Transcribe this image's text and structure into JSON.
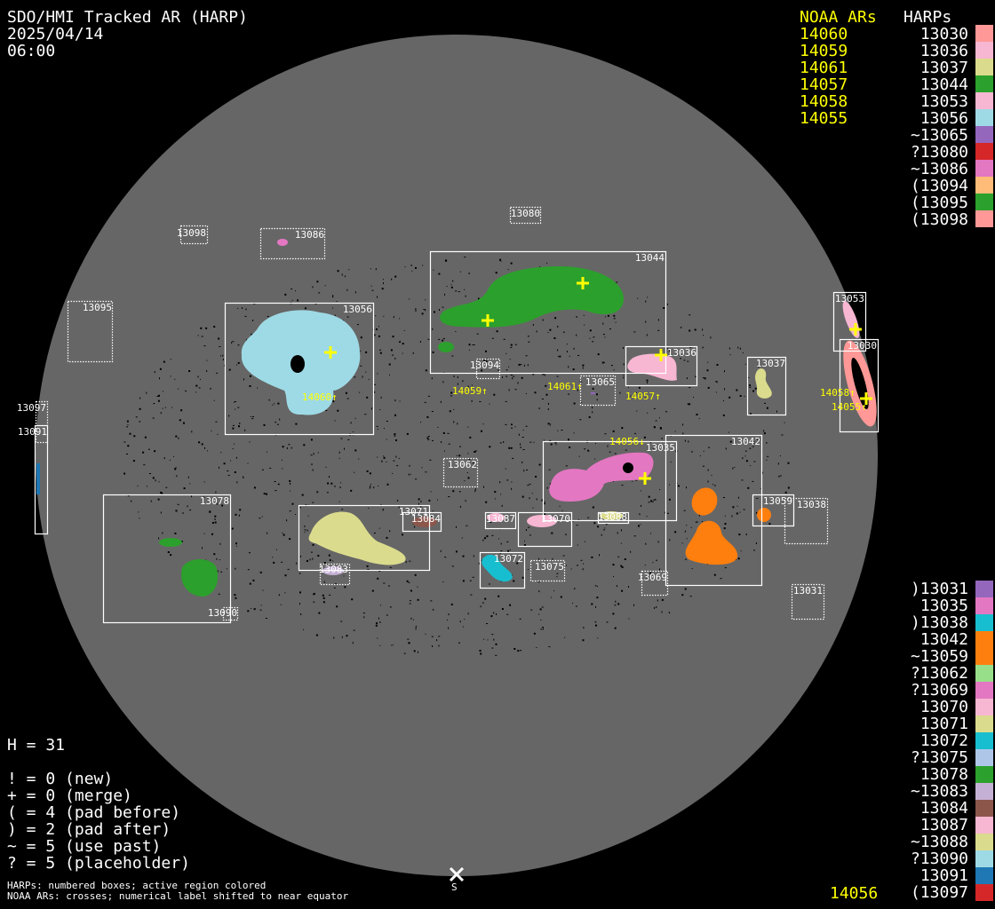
{
  "header": {
    "title": "SDO/HMI Tracked AR (HARP)",
    "date": "2025/04/14",
    "time": "06:00"
  },
  "noaa": {
    "heading": "NOAA ARs",
    "items": [
      "14060",
      "14059",
      "14061",
      "14057",
      "14058",
      "14055"
    ],
    "bottom_item": "14056"
  },
  "harps_legend": {
    "heading": "HARPs",
    "top": [
      {
        "label": "13030",
        "color": "#ff9896"
      },
      {
        "label": "13036",
        "color": "#f7b6d2"
      },
      {
        "label": "13037",
        "color": "#dbdb8d"
      },
      {
        "label": "13044",
        "color": "#2ca02c"
      },
      {
        "label": "13053",
        "color": "#f7b6d2"
      },
      {
        "label": "13056",
        "color": "#9edae5"
      },
      {
        "label": "~13065",
        "color": "#9467bd"
      },
      {
        "label": "?13080",
        "color": "#d62728"
      },
      {
        "label": "~13086",
        "color": "#e377c2"
      },
      {
        "label": "(13094",
        "color": "#ffbb78"
      },
      {
        "label": "(13095",
        "color": "#2ca02c"
      },
      {
        "label": "(13098",
        "color": "#ff9896"
      }
    ],
    "bottom": [
      {
        "label": ")13031",
        "color": "#9467bd"
      },
      {
        "label": "13035",
        "color": "#e377c2"
      },
      {
        "label": ")13038",
        "color": "#17becf"
      },
      {
        "label": "13042",
        "color": "#ff7f0e"
      },
      {
        "label": "~13059",
        "color": "#ff7f0e"
      },
      {
        "label": "?13062",
        "color": "#98df8a"
      },
      {
        "label": "?13069",
        "color": "#e377c2"
      },
      {
        "label": "13070",
        "color": "#f7b6d2"
      },
      {
        "label": "13071",
        "color": "#dbdb8d"
      },
      {
        "label": "13072",
        "color": "#17becf"
      },
      {
        "label": "?13075",
        "color": "#aec7e8"
      },
      {
        "label": "13078",
        "color": "#2ca02c"
      },
      {
        "label": "~13083",
        "color": "#c5b0d5"
      },
      {
        "label": "13084",
        "color": "#8c564b"
      },
      {
        "label": "13087",
        "color": "#f7b6d2"
      },
      {
        "label": "~13088",
        "color": "#dbdb8d"
      },
      {
        "label": "?13090",
        "color": "#9edae5"
      },
      {
        "label": "13091",
        "color": "#1f77b4"
      },
      {
        "label": "(13097",
        "color": "#d62728"
      }
    ]
  },
  "stats": {
    "h_count": "H = 31",
    "lines": [
      "! = 0 (new)",
      "+ = 0 (merge)",
      "( = 4 (pad before)",
      ") = 2 (pad after)",
      "~ = 5 (use past)",
      "? = 5 (placeholder)"
    ]
  },
  "footer": {
    "line1": "HARPs: numbered boxes; active region colored",
    "line2": "NOAA ARs: crosses; numerical label shifted to near equator",
    "south_label": "S"
  },
  "disk_labels": {
    "boxes": [
      "13098",
      "13086",
      "13080",
      "13044",
      "13095",
      "13056",
      "13053",
      "13030",
      "13036",
      "13037",
      "13094",
      "13065",
      "13097",
      "13091",
      "13062",
      "13035",
      "13042",
      "13059",
      "13038",
      "13078",
      "13090",
      "13071",
      "13084",
      "13087",
      "13070",
      "13088",
      "13083",
      "13072",
      "13075",
      "13069",
      "13031"
    ],
    "noaa": [
      "14060↑",
      "14059↑",
      "14061↑",
      "14057↑",
      "14058↑",
      "14055↑",
      "14056↓"
    ]
  },
  "colors": {
    "disk": "#666666",
    "background": "#000000",
    "noaa": "#ffff00",
    "box": "#ffffff"
  }
}
